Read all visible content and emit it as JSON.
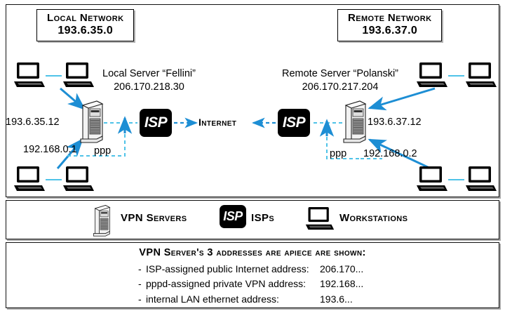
{
  "diagram": {
    "title": "VPN network topology diagram",
    "networks": [
      {
        "name": "Local Network",
        "address": "193.6.35.0"
      },
      {
        "name": "Remote Network",
        "address": "193.6.37.0"
      }
    ],
    "servers": [
      {
        "label": "Local Server “Fellini”",
        "public_address": "206.170.218.30",
        "lan_address": "193.6.35.12",
        "vpn_address": "192.168.0.1",
        "link_label": "ppp"
      },
      {
        "label": "Remote Server “Polanski”",
        "public_address": "206.170.217.204",
        "lan_address": "193.6.37.12",
        "vpn_address": "192.168.0.2",
        "link_label": "ppp"
      }
    ],
    "cloud": {
      "isp_label": "ISP",
      "internet_label": "Internet"
    }
  },
  "legend": {
    "items": [
      {
        "icon": "server-tower-icon",
        "label": "VPN Servers"
      },
      {
        "icon": "isp-box-icon",
        "label": "ISPs"
      },
      {
        "icon": "workstation-icon",
        "label": "Workstations"
      }
    ]
  },
  "notes": {
    "title": "VPN Server's 3 addresses are apiece are shown:",
    "rows": [
      {
        "dash": "-",
        "description": "ISP-assigned public Internet address:",
        "value": "206.170..."
      },
      {
        "dash": "-",
        "description": "pppd-assigned private VPN address:",
        "value": "192.168..."
      },
      {
        "dash": "-",
        "description": "internal LAN ethernet address:",
        "value": "193.6..."
      }
    ]
  },
  "colors": {
    "arrow_blue": "#1d8ed4",
    "link_cyan": "#4fc3e8",
    "panel_border": "#111111",
    "isp_box": "#000000"
  }
}
